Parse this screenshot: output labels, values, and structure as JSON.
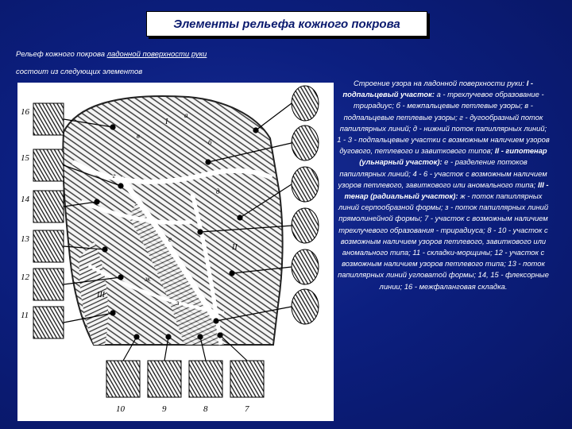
{
  "slide": {
    "title": "Элементы рельефа кожного покрова",
    "intro": {
      "prefix": "Рельеф кожного покрова ",
      "underlined": "ладонной поверхности руки",
      "line2": "состоит из следующих элементов"
    },
    "figure": {
      "side_numbers": [
        "16",
        "15",
        "14",
        "13",
        "12",
        "11"
      ],
      "bottom_numbers": [
        "10",
        "9",
        "8",
        "7"
      ],
      "palm_labels": {
        "a": "a",
        "v": "в",
        "b": "б",
        "g": "г",
        "d": "д",
        "e": "е",
        "zh": "ж",
        "z": "з",
        "I": "I",
        "II": "II",
        "III": "III"
      }
    },
    "caption": {
      "line_intro": "Строение узора на ладонной поверхности руки:",
      "s1_head": "I - подпальцевый участок:",
      "s1_body": " а - трехлучевое образование - трирадиус; б - межпальцевые петлевые узоры; в - подпальцевые петлевые узоры; г - дугообразный поток папиллярных линий; д - нижний поток папиллярных линий; 1 - 3 - подпальцевые участки с возможным наличием узоров дугового, петлевого и завиткового типов;",
      "s2_head": "II - гипотенар (ульнарный участок):",
      "s2_body": " е - разделение потоков папиллярных линий; 4 - 6 - участок с возможным наличием узоров петлевого, завиткового или аномального типа;",
      "s3_head": "III - тенар (радиальный участок):",
      "s3_body": " ж - поток папиллярных линий серпообразной формы; з - поток папиллярных линий прямолинейной формы; 7 - участок с возможным наличием трехлучевого образования - трирадиуса; 8 - 10 - участок с возможным наличием узоров петлевого, завиткового или аномального типа; 11 - складки-морщины; 12 - участок с возможным наличием узоров петлевого типа; 13 - поток папиллярных линий угловатой формы; 14, 15 - флексорные линии; 16 - межфаланговая складка."
    }
  }
}
